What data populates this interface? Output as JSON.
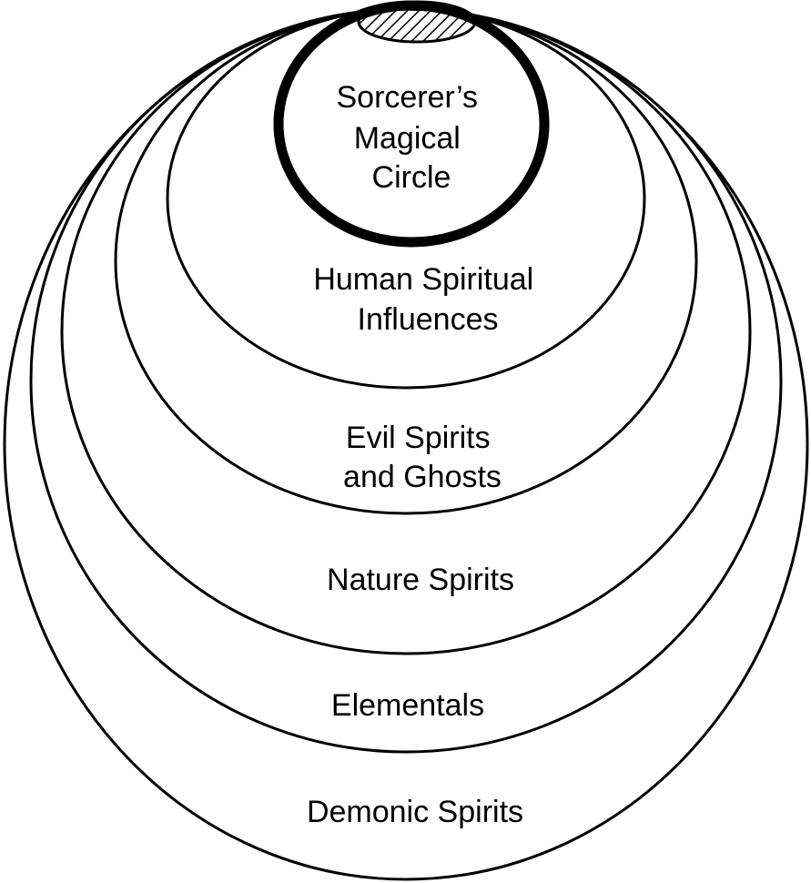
{
  "diagram": {
    "labels": {
      "magical_circle": [
        "Sorcerer’s",
        "Magical",
        "Circle"
      ],
      "human_spiritual": [
        "Human Spiritual",
        "Influences"
      ],
      "evil_spirits": [
        "Evil Spirits",
        "and Ghosts"
      ],
      "nature_spirits": [
        "Nature Spirits"
      ],
      "elementals": [
        "Elementals"
      ],
      "demonic_spirits": [
        "Demonic Spirits"
      ]
    },
    "colors": {
      "stroke": "#000000",
      "background": "#ffffff"
    }
  }
}
